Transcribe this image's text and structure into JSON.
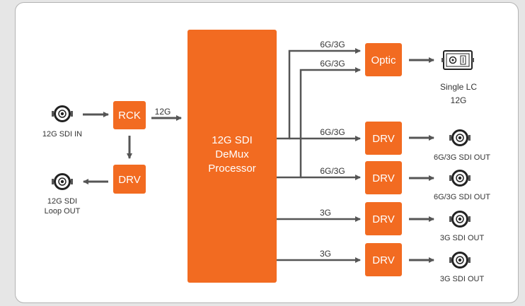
{
  "colors": {
    "accent": "#f26b21",
    "line": "#555555",
    "text": "#333333",
    "background": "#e6e6e6",
    "panel": "#ffffff"
  },
  "processor": {
    "line1": "12G SDI",
    "line2": "DeMux",
    "line3": "Processor"
  },
  "blocks": {
    "rck": "RCK",
    "loop_drv": "DRV",
    "optic": "Optic",
    "drv1": "DRV",
    "drv2": "DRV",
    "drv3": "DRV",
    "drv4": "DRV"
  },
  "labels": {
    "input": "12G SDI IN",
    "loop_line1": "12G SDI",
    "loop_line2": "Loop OUT",
    "rck_to_proc": "12G",
    "optic_in1": "6G/3G",
    "optic_in2": "6G/3G",
    "drv1_in": "6G/3G",
    "drv2_in": "6G/3G",
    "drv3_in": "3G",
    "drv4_in": "3G",
    "optic_out_line1": "Single LC",
    "optic_out_line2": "12G",
    "out1": "6G/3G SDI OUT",
    "out2": "6G/3G SDI OUT",
    "out3": "3G SDI OUT",
    "out4": "3G SDI OUT"
  },
  "icons": {
    "bnc": "bnc-connector-icon",
    "lc": "lc-fiber-connector-icon"
  }
}
